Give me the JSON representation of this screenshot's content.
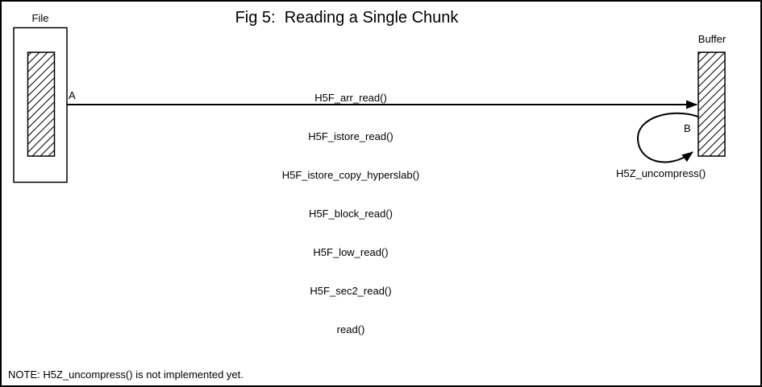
{
  "title": "Fig 5:  Reading a Single Chunk",
  "file_box": {
    "label": "File"
  },
  "buffer_box": {
    "label": "Buffer"
  },
  "arrow_a": {
    "label": "A"
  },
  "arrow_b": {
    "label": "B",
    "function_label": "H5Z_uncompress()"
  },
  "call_stack": [
    "H5F_arr_read()",
    "H5F_istore_read()",
    "H5F_istore_copy_hyperslab()",
    "H5F_block_read()",
    "H5F_low_read()",
    "H5F_sec2_read()",
    "read()"
  ],
  "note": "NOTE: H5Z_uncompress() is not implemented yet.",
  "colors": {
    "foreground": "#000000",
    "background": "#ffffff"
  }
}
